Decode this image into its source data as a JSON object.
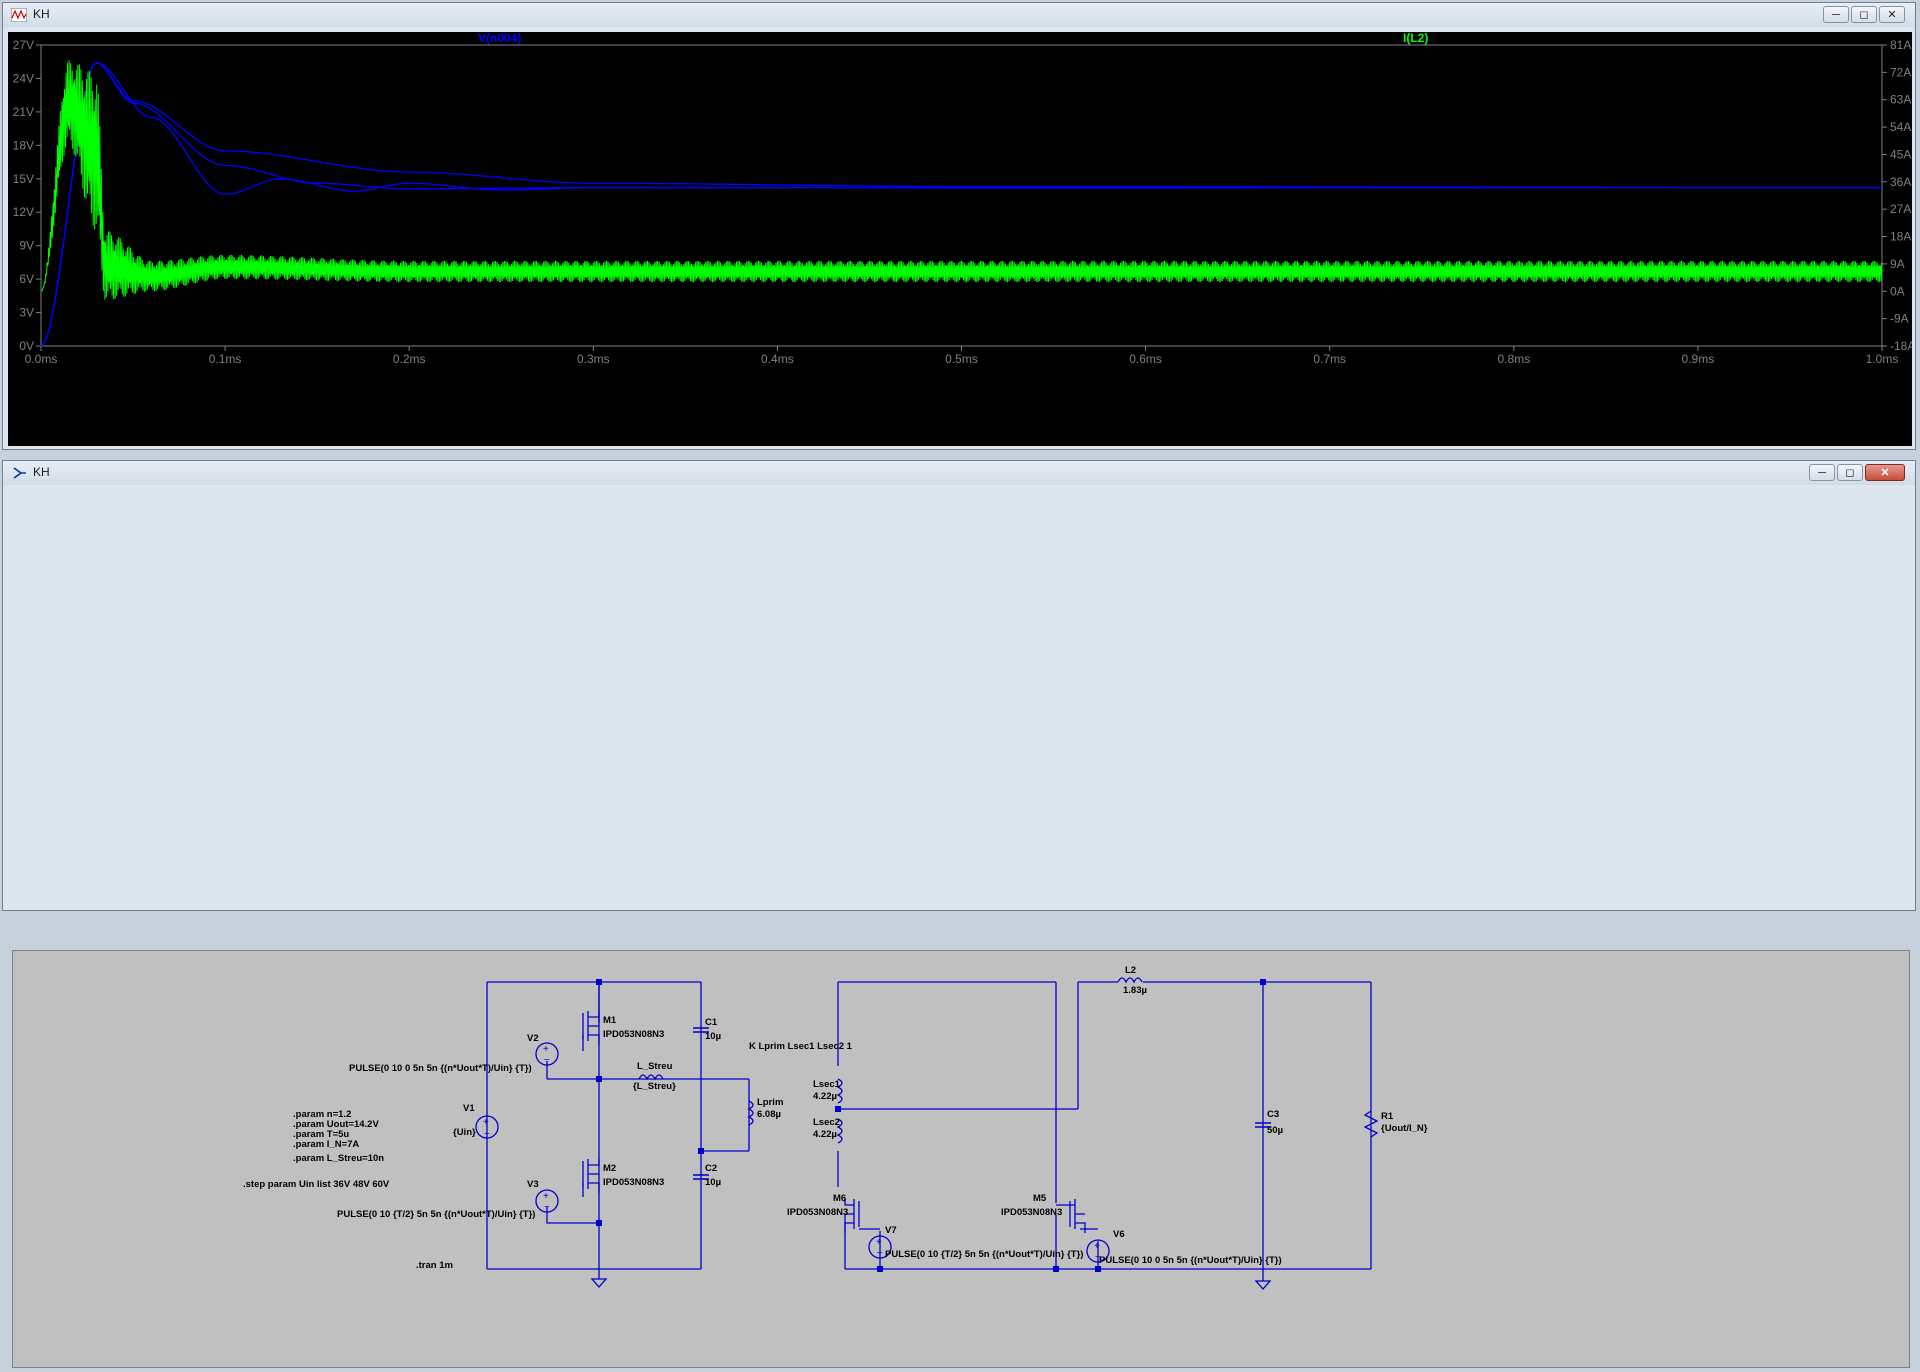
{
  "plot_window": {
    "title": "KH",
    "buttons": {
      "minimize": "─",
      "restore": "◻",
      "close": "✕"
    }
  },
  "schematic_window": {
    "title": "KH",
    "buttons": {
      "minimize": "─",
      "restore": "◻",
      "close": "✕"
    }
  },
  "chart_data": {
    "type": "line",
    "title": "",
    "xlabel": "",
    "ylabel": "",
    "xlim": [
      0,
      1.0
    ],
    "x_ticks": [
      "0.0ms",
      "0.1ms",
      "0.2ms",
      "0.3ms",
      "0.4ms",
      "0.5ms",
      "0.6ms",
      "0.7ms",
      "0.8ms",
      "0.9ms",
      "1.0ms"
    ],
    "ylim_left": [
      0,
      27
    ],
    "y_ticks_left": [
      "0V",
      "3V",
      "6V",
      "9V",
      "12V",
      "15V",
      "18V",
      "21V",
      "24V",
      "27V"
    ],
    "ylim_right": [
      -18,
      81
    ],
    "y_ticks_right": [
      "-18A",
      "-9A",
      "0A",
      "9A",
      "18A",
      "27A",
      "36A",
      "45A",
      "54A",
      "63A",
      "72A",
      "81A"
    ],
    "grid": false,
    "background": "#000000",
    "series": [
      {
        "name": "V(n004)",
        "axis": "left",
        "color": "#0000ff",
        "steps": [
          {
            "x_ms": [
              0,
              0.03,
              0.05,
              0.1,
              0.2,
              0.3,
              0.5,
              1.0
            ],
            "y_V": [
              0,
              25.4,
              22,
              17.5,
              15.6,
              14.6,
              14.3,
              14.2
            ]
          },
          {
            "x_ms": [
              0,
              0.03,
              0.05,
              0.1,
              0.15,
              0.2,
              0.3,
              0.5,
              1.0
            ],
            "y_V": [
              0,
              25.4,
              21.8,
              16.2,
              14.6,
              14.1,
              14.2,
              14.2,
              14.2
            ]
          },
          {
            "x_ms": [
              0,
              0.03,
              0.06,
              0.1,
              0.13,
              0.17,
              0.2,
              0.25,
              0.3,
              1.0
            ],
            "y_V": [
              0,
              25.4,
              20.5,
              13.6,
              15.0,
              13.9,
              14.6,
              14.0,
              14.2,
              14.2
            ]
          }
        ]
      },
      {
        "name": "I(L2)",
        "axis": "right",
        "color": "#00ff00",
        "envelope": {
          "x_ms": [
            0,
            0.015,
            0.03,
            0.035,
            0.06,
            0.1,
            0.2,
            1.0
          ],
          "peak_A": [
            0,
            76,
            72,
            20,
            10,
            12,
            10,
            10
          ],
          "valley_A": [
            0,
            48,
            20,
            -3,
            0,
            4,
            3,
            3
          ]
        }
      }
    ]
  },
  "schematic": {
    "components": [
      {
        "ref": "M1",
        "value": "IPD053N08N3"
      },
      {
        "ref": "M2",
        "value": "IPD053N08N3"
      },
      {
        "ref": "M5",
        "value": "IPD053N08N3"
      },
      {
        "ref": "M6",
        "value": "IPD053N08N3"
      },
      {
        "ref": "V1",
        "value": "{Uin}"
      },
      {
        "ref": "V2",
        "value": "PULSE(0 10 0 5n 5n {(n*Uout*T)/Uin}  {T})"
      },
      {
        "ref": "V3",
        "value": "PULSE(0 10 {T/2} 5n 5n {(n*Uout*T)/Uin} {T})"
      },
      {
        "ref": "V6",
        "value": "PULSE(0 10 0 5n 5n {(n*Uout*T)/Uin}  {T})"
      },
      {
        "ref": "V7",
        "value": "PULSE(0 10 {T/2} 5n 5n {(n*Uout*T)/Uin} {T})"
      },
      {
        "ref": "C1",
        "value": "10µ"
      },
      {
        "ref": "C2",
        "value": "10µ"
      },
      {
        "ref": "C3",
        "value": "50µ"
      },
      {
        "ref": "L_Streu",
        "value": "{L_Streu}"
      },
      {
        "ref": "Lprim",
        "value": "6.08µ"
      },
      {
        "ref": "Lsec1",
        "value": "4.22µ"
      },
      {
        "ref": "Lsec2",
        "value": "4.22µ"
      },
      {
        "ref": "L2",
        "value": "1.83µ"
      },
      {
        "ref": "R1",
        "value": "{Uout/I_N}"
      }
    ],
    "directives": {
      "coupling": "K Lprim Lsec1 Lsec2 1",
      "params": [
        ".param n=1.2",
        ".param Uout=14.2V",
        ".param T=5u",
        ".param I_N=7A"
      ],
      "param_streu": ".param L_Streu=10n",
      "step": ".step param Uin  list 36V 48V 60V",
      "tran": ".tran 1m"
    }
  }
}
